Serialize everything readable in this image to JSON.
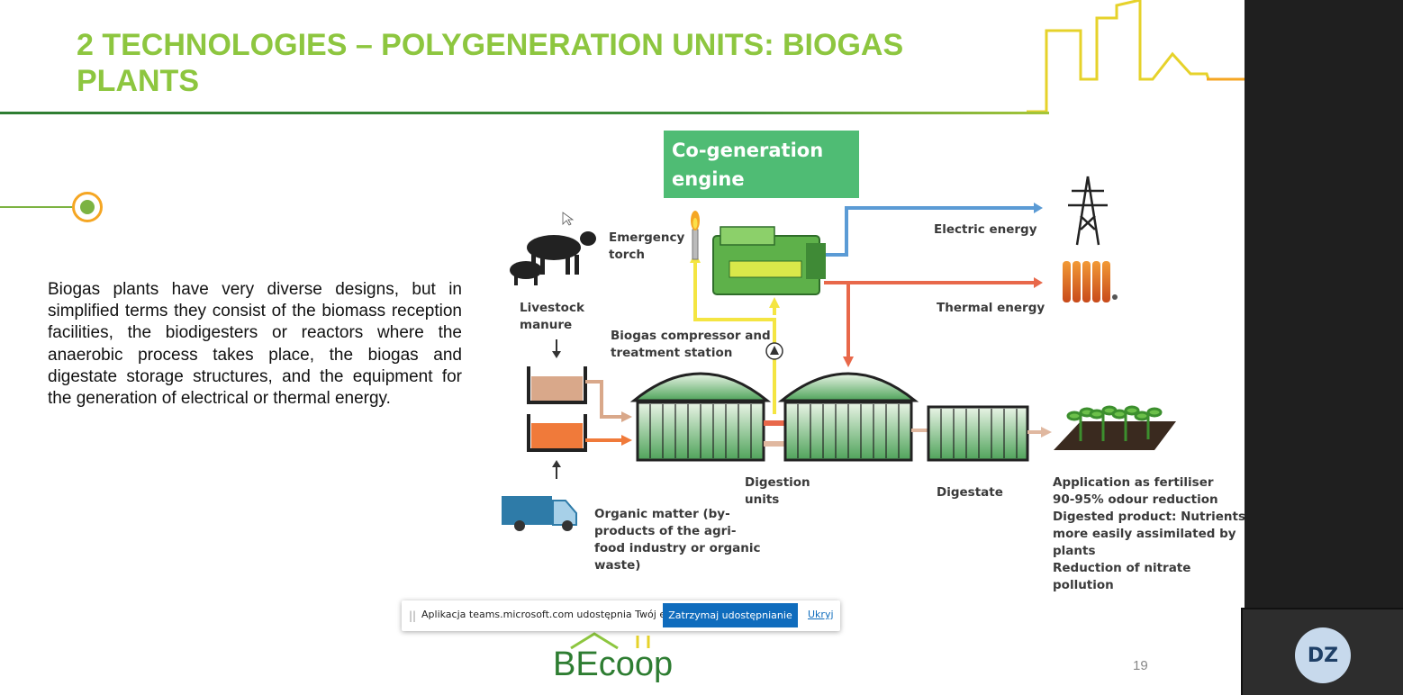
{
  "slide": {
    "title": "2 TECHNOLOGIES – POLYGENERATION UNITS: BIOGAS PLANTS",
    "body": "Biogas plants have very diverse designs, but in simplified terms they consist of the biomass reception facilities, the biodigesters or reactors where the anaerobic process takes place, the biogas and digestate storage structures, and the equipment for the generation of electrical or thermal energy.",
    "page_number": "19",
    "logo_text": "BEcoop",
    "accent_color": "#8dc63f",
    "header_line_color": "#2e7d32"
  },
  "diagram": {
    "cogen_title_line1": "Co-generation",
    "cogen_title_line2": "engine",
    "emergency_torch_1": "Emergency",
    "emergency_torch_2": "torch",
    "livestock_1": "Livestock",
    "livestock_2": "manure",
    "compressor_1": "Biogas compressor and",
    "compressor_2": "treatment station",
    "electric": "Electric energy",
    "thermal": "Thermal energy",
    "digestion_1": "Digestion",
    "digestion_2": "units",
    "digestate": "Digestate",
    "organic_1": "Organic matter (by-",
    "organic_2": "products of the agri-",
    "organic_3": "food industry or organic",
    "organic_4": "waste)",
    "application_1": "Application as fertiliser",
    "application_2": "90-95% odour reduction",
    "application_3": "Digested product: Nutrients",
    "application_4": "more easily assimilated by",
    "application_5": "plants",
    "application_6": "Reduction of nitrate",
    "application_7": "pollution",
    "colors": {
      "electric_arrow": "#5b9bd5",
      "thermal_arrow": "#e8684a",
      "biogas_arrow": "#f4e542",
      "digester_green": "#4fbc74"
    }
  },
  "share_bar": {
    "message": "Aplikacja teams.microsoft.com udostępnia Twój ekran.",
    "stop_label": "Zatrzymaj udostępnianie",
    "hide_label": "Ukryj"
  },
  "participant": {
    "initials": "DZ"
  }
}
